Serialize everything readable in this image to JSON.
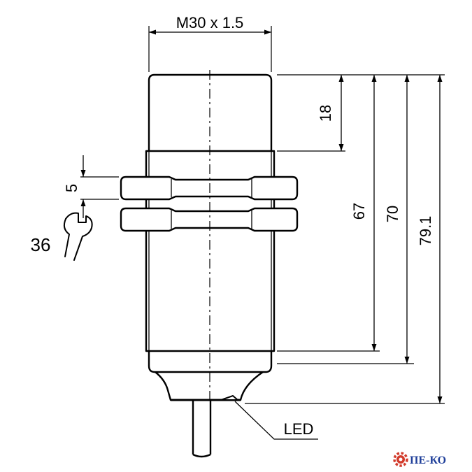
{
  "dimensions": {
    "thread": "M30 x 1.5",
    "head_length": "18",
    "nut_thickness": "5",
    "wrench_size": "36",
    "thread_length": "67",
    "body_length": "70",
    "total_length": "79.1"
  },
  "labels": {
    "led": "LED"
  },
  "watermark": {
    "text": "ПЕ-КО"
  },
  "colors": {
    "line": "#000000",
    "watermark_gear": "#d23a2b",
    "watermark_text": "#1f3f9a"
  }
}
